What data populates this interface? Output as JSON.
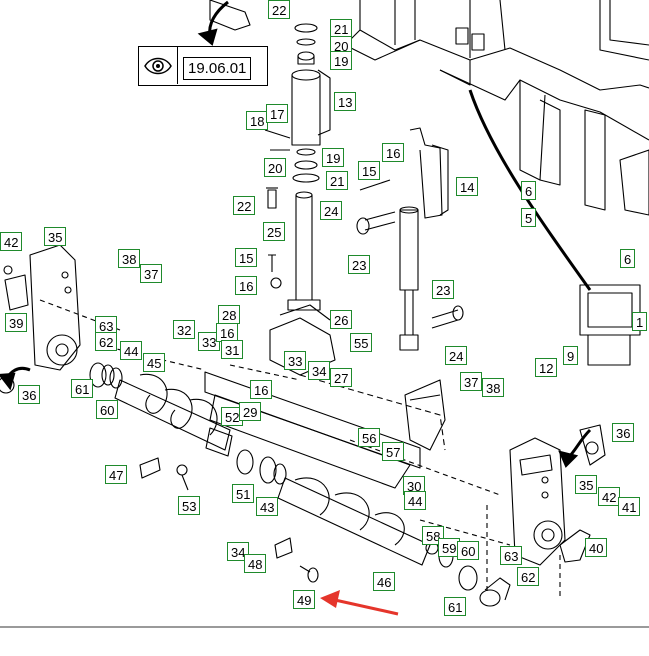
{
  "reference": {
    "page": "19.06.01"
  },
  "colors": {
    "label_border": "#1f8a2c",
    "arrow": "#e5352b",
    "ink": "#000000"
  },
  "icons": {
    "reference": "eye-icon",
    "pointer": "red-arrow-icon"
  },
  "labels": [
    "22",
    "21",
    "20",
    "19",
    "13",
    "18",
    "17",
    "19",
    "20",
    "21",
    "15",
    "16",
    "14",
    "22",
    "24",
    "25",
    "23",
    "6",
    "5",
    "6",
    "42",
    "35",
    "38",
    "37",
    "15",
    "16",
    "28",
    "23",
    "39",
    "63",
    "62",
    "32",
    "33",
    "16",
    "31",
    "26",
    "55",
    "24",
    "44",
    "45",
    "33",
    "34",
    "27",
    "16",
    "9",
    "1",
    "12",
    "61",
    "36",
    "60",
    "52",
    "29",
    "37",
    "38",
    "56",
    "57",
    "36",
    "47",
    "51",
    "43",
    "30",
    "35",
    "53",
    "44",
    "42",
    "41",
    "58",
    "59",
    "60",
    "63",
    "40",
    "34",
    "48",
    "46",
    "62",
    "61",
    "49"
  ]
}
